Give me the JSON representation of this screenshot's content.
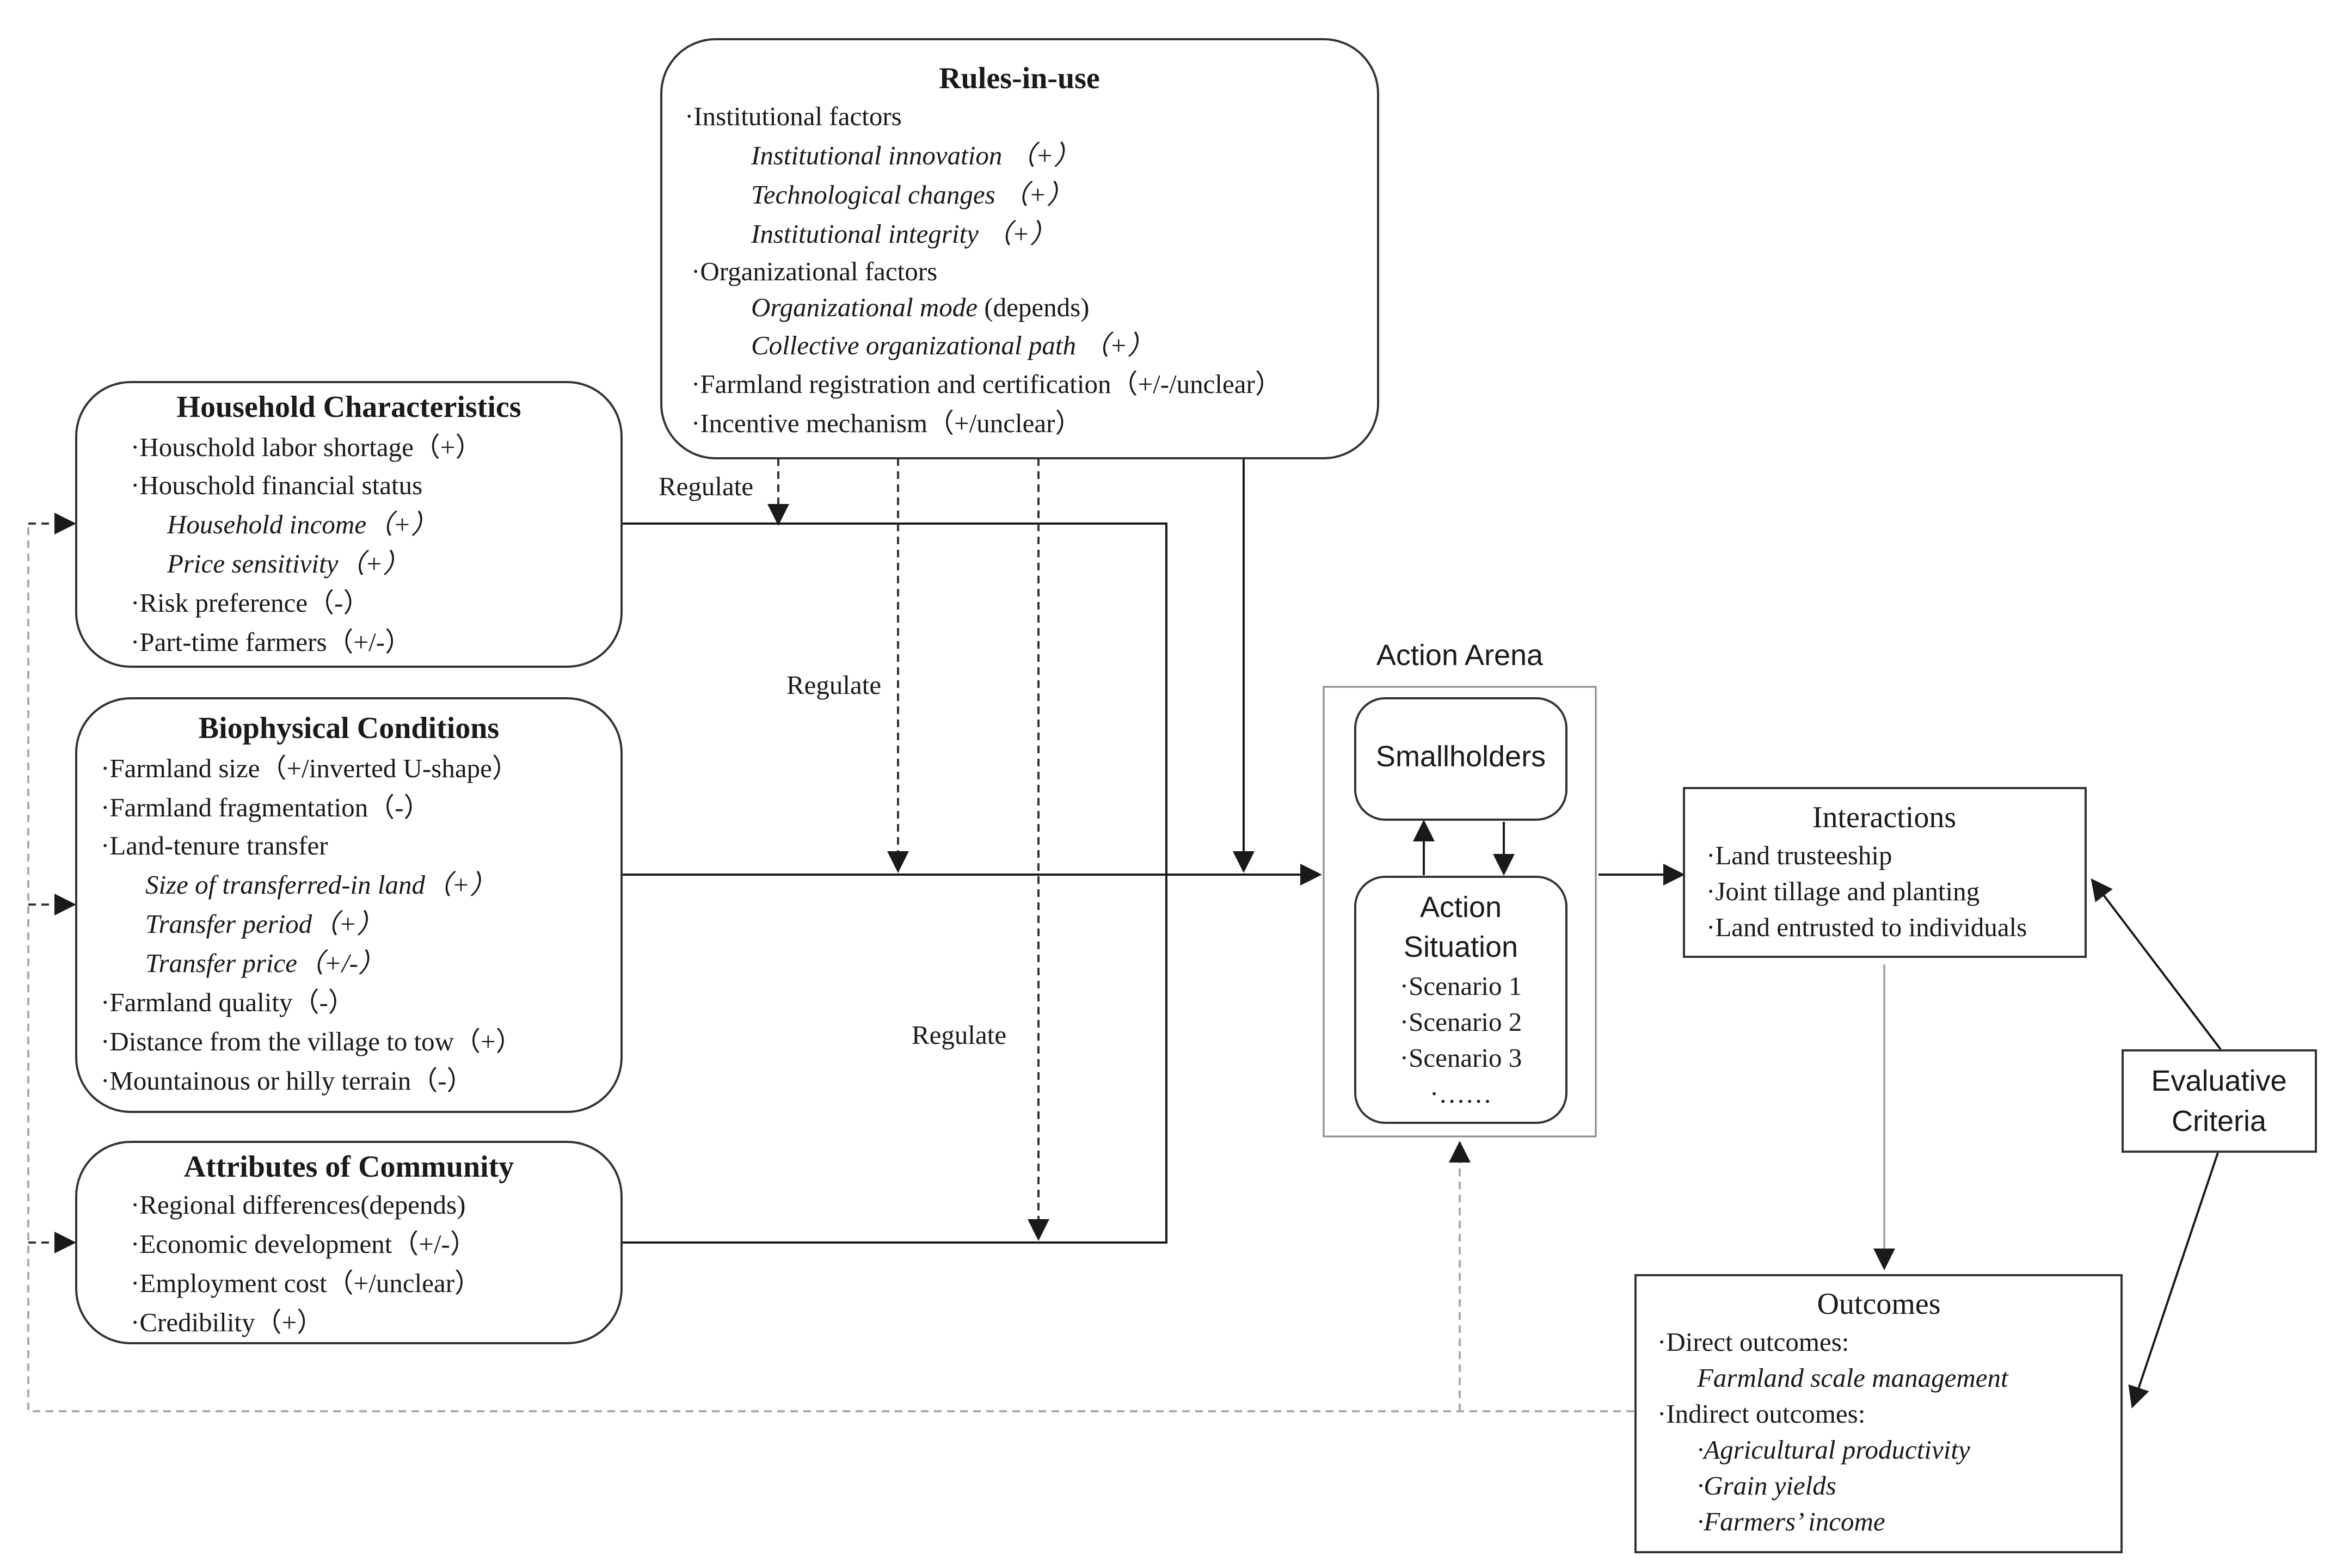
{
  "rules": {
    "title": "Rules-in-use",
    "items": [
      "·Institutional factors",
      "Institutional innovation （+）",
      "Technological changes （+）",
      "Institutional integrity （+）",
      "·Organizational factors",
      "Organizational mode",
      "(depends)",
      "Collective organizational path （+）",
      "·Farmland registration and certification（+/-/unclear）",
      "·Incentive mechanism（+/unclear）"
    ]
  },
  "household": {
    "title": "Household Characteristics",
    "items": [
      "·Houschold labor shortage（+）",
      "·Houschold financial status",
      "Household income（+）",
      "Price sensitivity（+）",
      "·Risk preference（-）",
      "·Part-time farmers（+/-）"
    ]
  },
  "biophysical": {
    "title": "Biophysical Conditions",
    "items": [
      "·Farmland size（+/inverted U-shape）",
      "·Farmland fragmentation（-）",
      "·Land-tenure transfer",
      "Size of transferred-in land（+）",
      "Transfer period（+）",
      "Transfer price（+/-）",
      "·Farmland quality（-）",
      "·Distance from the village to tow（+）",
      "·Mountainous or hilly terrain（-）"
    ]
  },
  "community": {
    "title": "Attributes of Community",
    "items": [
      "·Regional differences(depends)",
      "·Economic development（+/-）",
      "·Employment cost（+/unclear）",
      "·Credibility（+）"
    ]
  },
  "regulate_labels": [
    "Regulate",
    "Regulate",
    "Regulate"
  ],
  "action_arena": {
    "title": "Action Arena",
    "smallholders": "Smallholders",
    "situation_line1": "Action",
    "situation_line2": "Situation",
    "scenarios": [
      "·Scenario 1",
      "·Scenario 2",
      "·Scenario 3",
      "·……"
    ]
  },
  "interactions": {
    "title": "Interactions",
    "items": [
      "·Land trusteeship",
      "·Joint tillage and planting",
      "·Land entrusted to individuals"
    ]
  },
  "evaluative": {
    "line1": "Evaluative",
    "line2": "Criteria"
  },
  "outcomes": {
    "title": "Outcomes",
    "items": [
      "·Direct outcomes:",
      "Farmland scale management",
      "·Indirect outcomes:",
      "·Agricultural productivity",
      "·Grain yields",
      "·Farmers’ income"
    ]
  }
}
